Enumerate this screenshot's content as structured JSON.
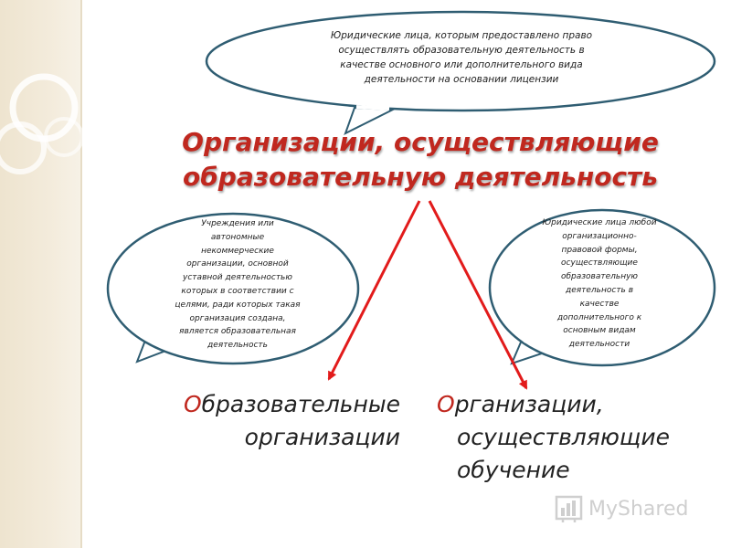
{
  "top_bubble": {
    "lines": [
      "Юридические лица, которым предоставлено право",
      "осуществлять образовательную деятельность в",
      "качестве основного или дополнительного вида",
      "деятельности на основании лицензии"
    ]
  },
  "title": {
    "line1": "Организации, осуществляющие",
    "line2": "образовательную деятельность"
  },
  "left_bubble": {
    "lines": [
      "Учреждения или",
      "автономные",
      "некоммерческие",
      "организации, основной",
      "уставной деятельностью",
      "которых в соответствии с",
      "целями, ради которых такая",
      "организация создана,",
      "является образовательная",
      "деятельность"
    ]
  },
  "right_bubble": {
    "lines": [
      "Юридические лица любой",
      "организационно-",
      "правовой формы,",
      "осуществляющие",
      "образовательную",
      "деятельность в",
      "качестве",
      "дополнительного к",
      "основным видам",
      "деятельности"
    ]
  },
  "left_result": {
    "first_letter": "О",
    "line1_rest": "бразовательные",
    "line2": "организации"
  },
  "right_result": {
    "first_letter": "О",
    "line1_rest": "рганизации,",
    "line2": "осуществляющие",
    "line3": "обучение"
  },
  "watermark": {
    "text": "MyShared",
    "icon": "bar-chart-icon"
  },
  "colors": {
    "accent": "#c0281f",
    "bubble_stroke": "#2f5d72",
    "arrow": "#e21b1b"
  }
}
